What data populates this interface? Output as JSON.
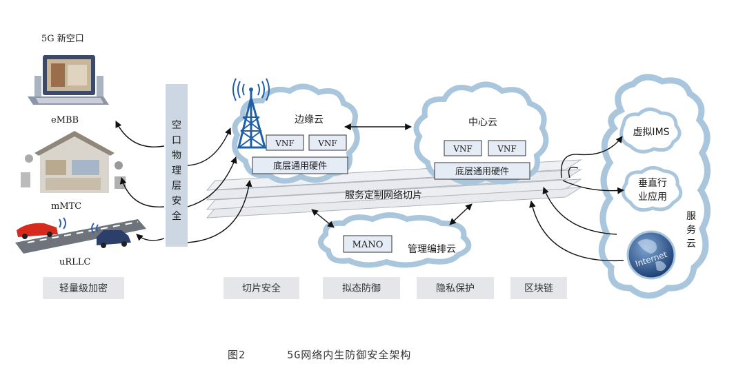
{
  "devices": {
    "air_interface_title": "5G 新空口",
    "embb": "eMBB",
    "mmtc": "mMTC",
    "urllc": "uRLLC"
  },
  "air_security": [
    "空",
    "口",
    "物",
    "理",
    "层",
    "安",
    "全"
  ],
  "edge_cloud": {
    "title": "边缘云",
    "vnf_1": "VNF",
    "vnf_2": "VNF",
    "hardware": "底层通用硬件"
  },
  "center_cloud": {
    "title": "中心云",
    "vnf_1": "VNF",
    "vnf_2": "VNF",
    "hardware": "底层通用硬件"
  },
  "slice_label": "服务定制网络切片",
  "mano": {
    "box": "MANO",
    "label": "管理编排云"
  },
  "service_cloud": {
    "ims": "虚拟IMS",
    "vertical_1": "垂直行",
    "vertical_2": "业应用",
    "title": [
      "服",
      "务",
      "云"
    ],
    "internet": "Internet"
  },
  "bottom_labels": [
    "轻量级加密",
    "切片安全",
    "拟态防御",
    "隐私保护",
    "区块链"
  ],
  "caption": {
    "fig": "图2",
    "title": "5G网络内生防御安全架构"
  },
  "colors": {
    "cloud_stroke": "#a9c6dc",
    "tower": "#1f5fa6",
    "box_fill": "#e6ecf6",
    "panel": "#cdd7e3"
  }
}
